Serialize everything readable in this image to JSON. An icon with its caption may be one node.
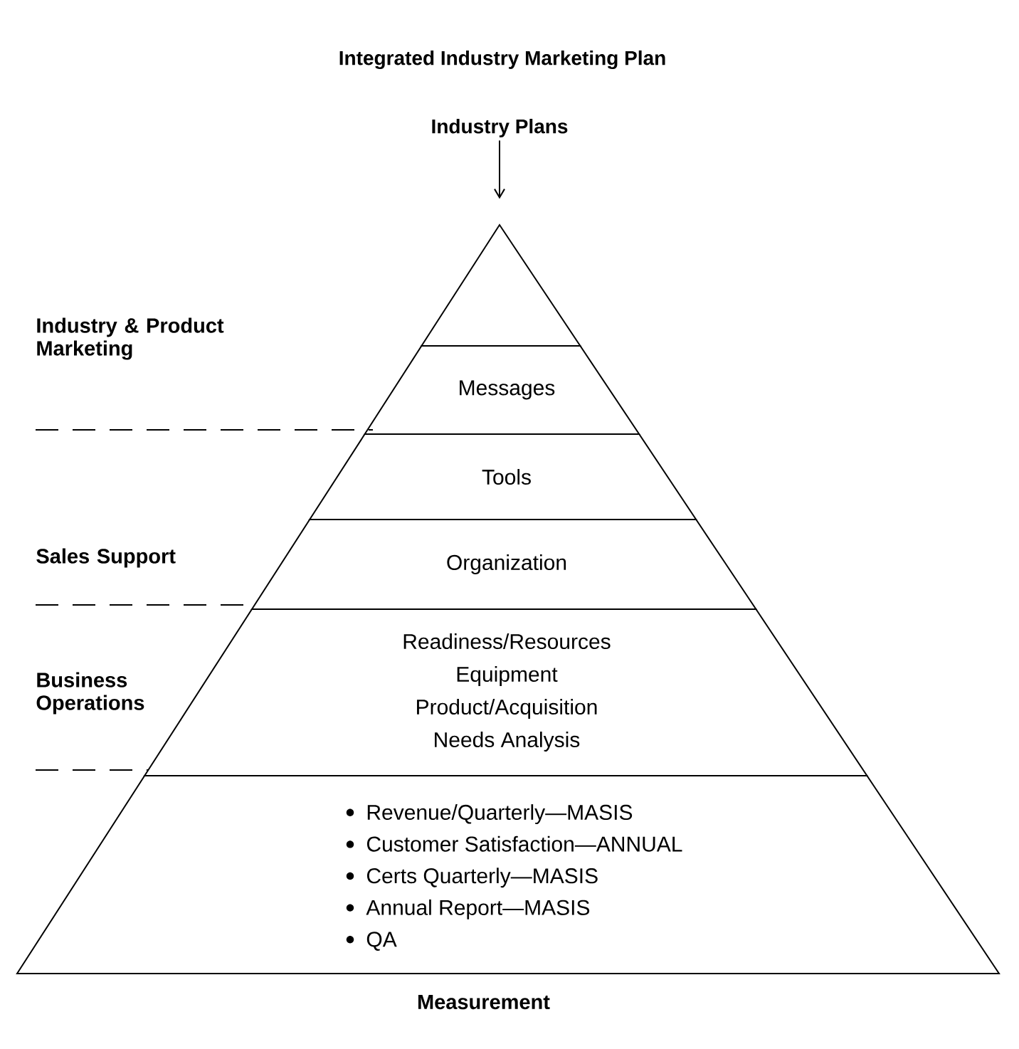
{
  "diagram": {
    "title": "Integrated Industry Marketing Plan",
    "nodes": [
      {
        "text": [
          "Industry Plans"
        ]
      },
      {
        "text": [],
        "shape": "triangle"
      },
      {
        "text": [
          "Messages"
        ]
      },
      {
        "text": [
          "Tools"
        ]
      },
      {
        "text": [
          "Organization"
        ]
      },
      {
        "text": [
          "Readiness/Resources",
          "Equipment",
          "Product/Acquisition",
          "Needs Analysis"
        ]
      },
      {
        "text": [
          "Revenue/Quarterly—MASIS",
          "Customer Satisfaction—ANNUAL",
          "Certs Quarterly—MASIS",
          "Annual Report—MASIS",
          "QA"
        ]
      }
    ],
    "edges": [
      {
        "from": 0,
        "to": 1,
        "arrow": "to"
      }
    ],
    "labels": [
      "Industry & Product Marketing",
      "Sales Support",
      "Business Operations",
      "Measurement"
    ]
  }
}
